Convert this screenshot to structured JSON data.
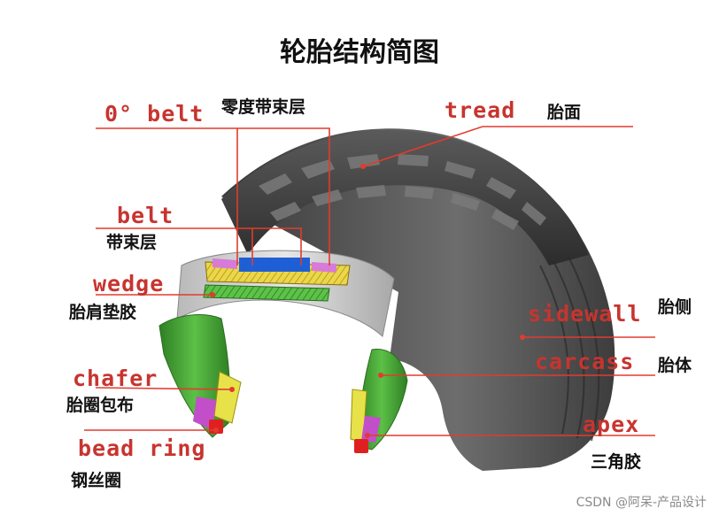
{
  "title": "轮胎结构简图",
  "labels": {
    "belt0": {
      "en": "0° belt",
      "cn": "零度带束层"
    },
    "tread": {
      "en": "tread",
      "cn": "胎面"
    },
    "belt": {
      "en": "belt",
      "cn": "带束层"
    },
    "wedge": {
      "en": "wedge",
      "cn": "胎肩垫胶"
    },
    "sidewall": {
      "en": "sidewall",
      "cn": "胎侧"
    },
    "carcass": {
      "en": "carcass",
      "cn": "胎体"
    },
    "chafer": {
      "en": "chafer",
      "cn": "胎圈包布"
    },
    "apex": {
      "en": "apex",
      "cn": "三角胶"
    },
    "bead_ring": {
      "en": "bead ring",
      "cn": "钢丝圈"
    }
  },
  "watermark": "CSDN @阿呆-产品设计",
  "colors": {
    "label_red": "#c8342f",
    "leader_line": "#e23b2e",
    "tread_rubber": "#3b3b3b",
    "belt_blue": "#1f5fd6",
    "belt_yellow": "#e8d84a",
    "belt_green": "#5ec24a",
    "carcass_green": "#3f9a2f",
    "apex_magenta": "#c24fc9",
    "bead_red": "#e02020"
  }
}
